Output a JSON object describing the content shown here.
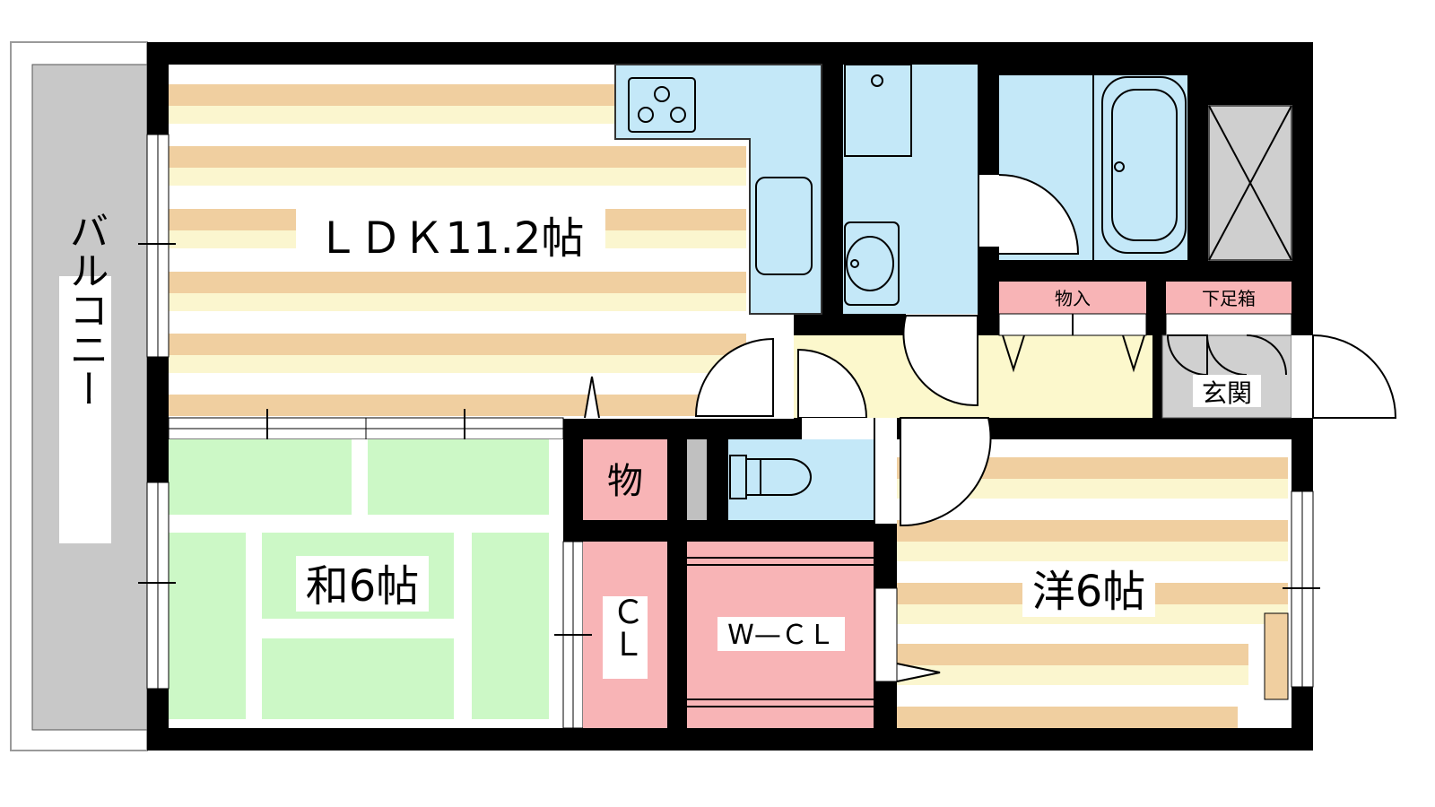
{
  "rooms": {
    "ldk": "ＬＤＫ11.2帖",
    "washitsu": "和6帖",
    "youshitsu": "洋6帖",
    "mono_small": "物",
    "closet": "ＣＬ",
    "walk_in_closet": "W—ＣＬ",
    "storage": "物入",
    "shoe_box": "下足箱",
    "entrance": "玄関",
    "balcony": "バルコニー"
  },
  "colors": {
    "wall": "#000000",
    "wood_stripe": "#f0cfa0",
    "wood_light": "#fbf6cf",
    "tatami": "#ccf8c6",
    "wet_area": "#c4e8f8",
    "storage_pink": "#f8b4b6",
    "hall": "#fcf8cc",
    "balcony": "#c8c8c8",
    "entrance_floor": "#d0d0d0"
  }
}
